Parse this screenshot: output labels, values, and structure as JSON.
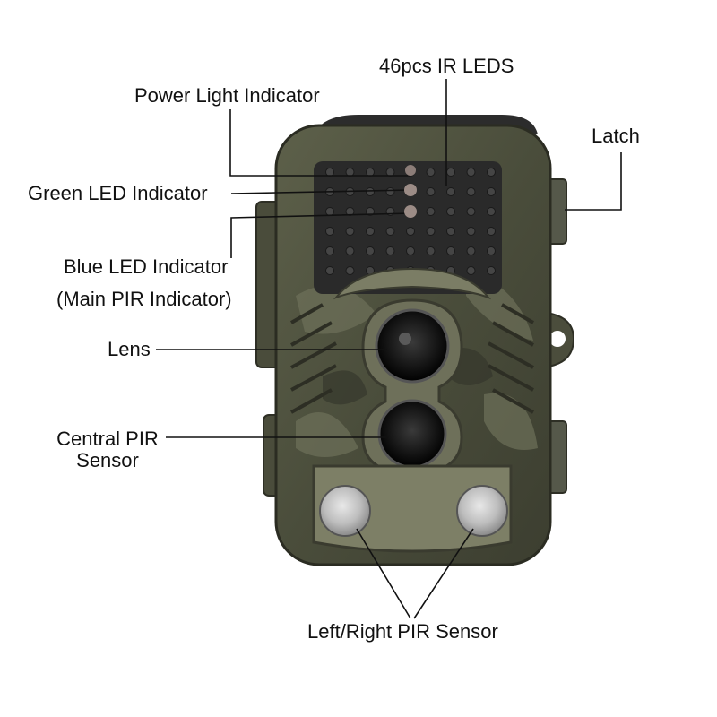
{
  "labels": {
    "ir_leds": "46pcs IR LEDS",
    "power_light": "Power Light Indicator",
    "latch": "Latch",
    "green_led": "Green LED Indicator",
    "blue_led": "Blue LED Indicator",
    "main_pir": "(Main PIR Indicator)",
    "lens": "Lens",
    "central_pir_1": "Central PIR",
    "central_pir_2": "Sensor",
    "left_right_pir": "Left/Right PIR Sensor"
  },
  "colors": {
    "camo_dark": "#3f4234",
    "camo_mid": "#5b5e47",
    "camo_light": "#7d7f66",
    "led_panel": "#2a2a2a",
    "leader_line": "#111111"
  }
}
